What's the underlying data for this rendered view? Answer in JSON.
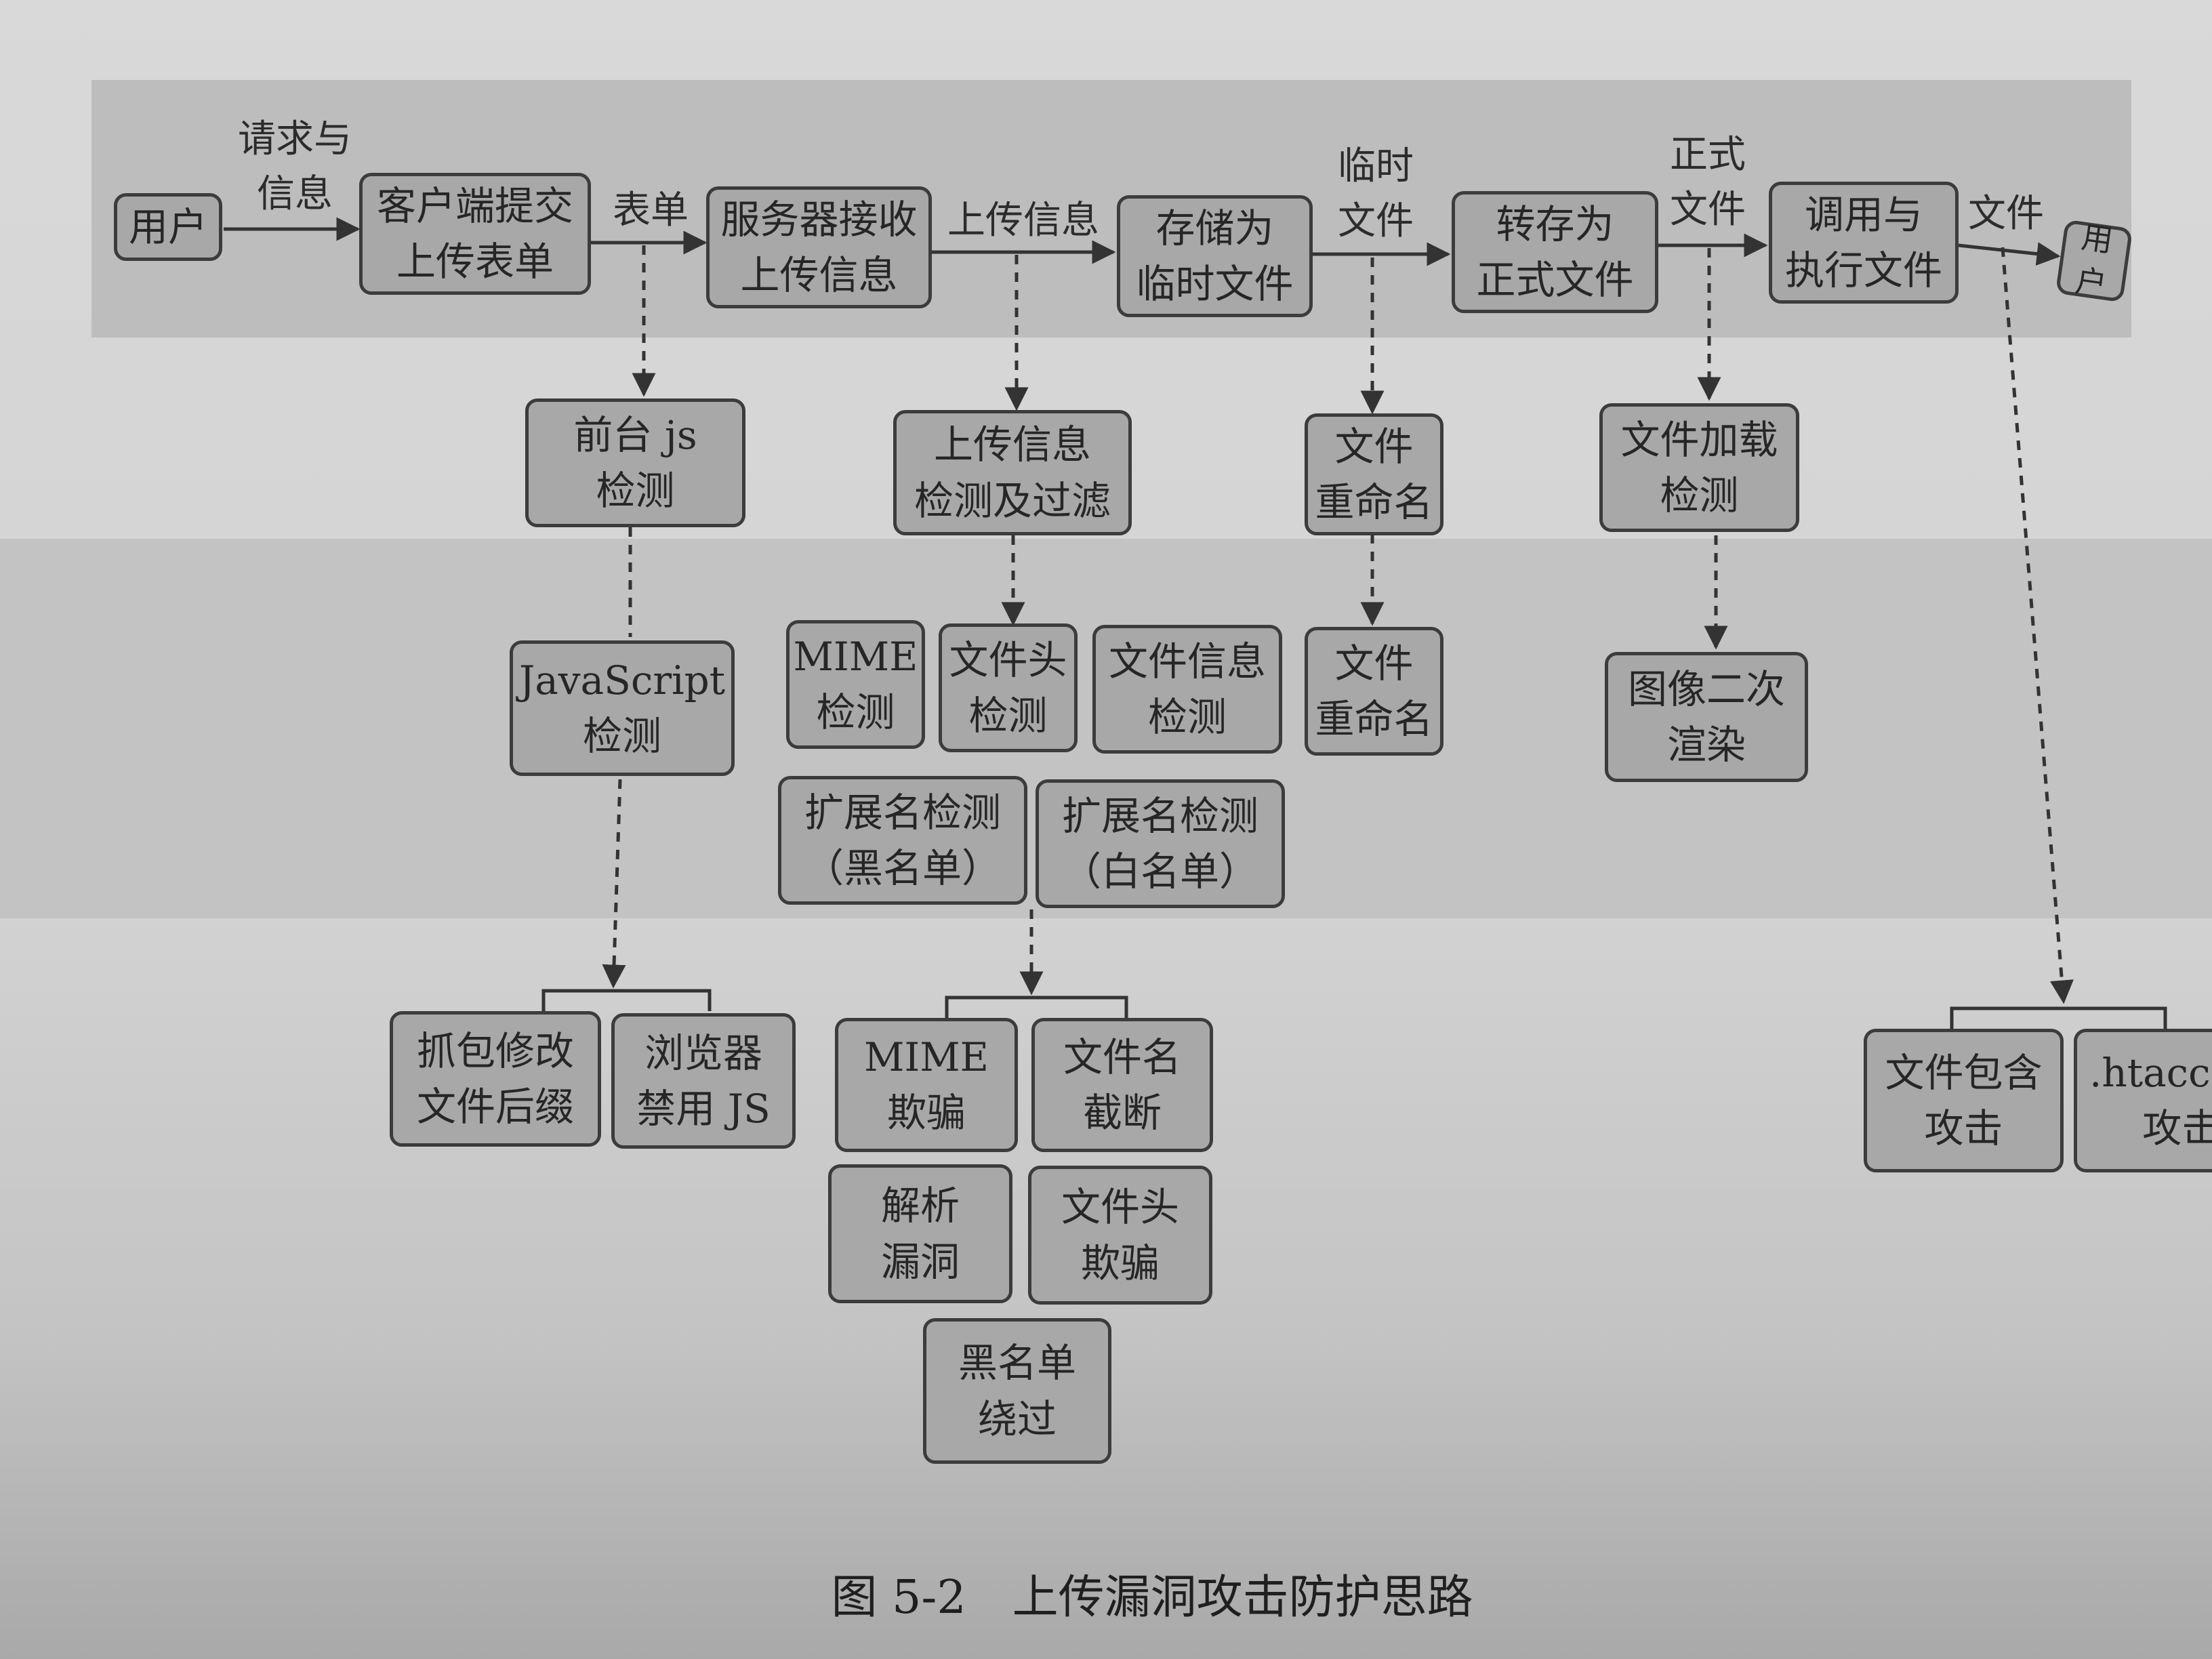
{
  "nodes": {
    "user_start": "用户",
    "client_submit": "客户端提交\n上传表单",
    "server_receive": "服务器接收\n上传信息",
    "store_temp": "存储为\n临时文件",
    "save_formal": "转存为\n正式文件",
    "call_execute": "调用与\n执行文件",
    "user_end": "用户",
    "frontend_js": "前台 js\n检测",
    "upload_info_filter": "上传信息\n检测及过滤",
    "file_rename": "文件\n重命名",
    "file_load_check": "文件加载\n检测",
    "javascript_check": "JavaScript\n检测",
    "mime_check": "MIME\n检测",
    "file_header_check": "文件头\n检测",
    "file_info_check": "文件信息\n检测",
    "file_rename_2": "文件\n重命名",
    "image_rerender": "图像二次\n渲染",
    "ext_blacklist": "扩展名检测\n（黑名单）",
    "ext_whitelist": "扩展名检测\n（白名单）",
    "capture_modify": "抓包修改\n文件后缀",
    "browser_disable_js": "浏览器\n禁用 JS",
    "mime_spoof": "MIME\n欺骗",
    "filename_truncate": "文件名\n截断",
    "parse_vuln": "解析\n漏洞",
    "header_spoof": "文件头\n欺骗",
    "blacklist_bypass": "黑名单\n绕过",
    "file_include_attack": "文件包含\n攻击",
    "htaccess_attack": ".htaccess\n攻击"
  },
  "edge_labels": {
    "request_info": "请求与\n信息",
    "form": "表单",
    "upload_info": "上传信息",
    "temp_file": "临时\n文件",
    "formal_file": "正式\n文件",
    "file": "文件"
  },
  "caption": {
    "number": "图 5-2",
    "title": "上传漏洞攻击防护思路"
  },
  "colors": {
    "node_fill": "#a8a8a8",
    "node_border": "#3c3c3c",
    "band": "#bdbdbd",
    "line": "#333333"
  }
}
